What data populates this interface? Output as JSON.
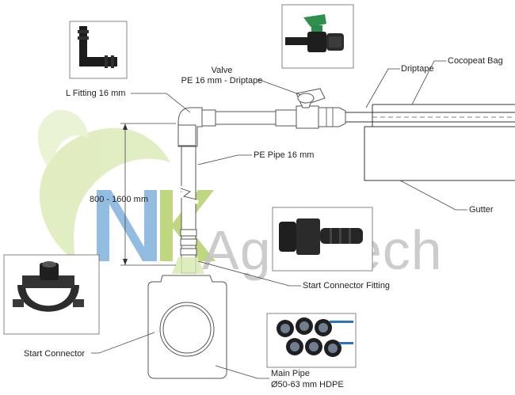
{
  "labels": {
    "valve_line1": "Valve",
    "valve_line2": "PE 16 mm - Driptape",
    "l_fitting": "L Fitting 16 mm",
    "driptape": "Driptape",
    "cocopeat_bag": "Cocopeat Bag",
    "pe_pipe": "PE Pipe 16 mm",
    "height_range": "800 - 1600 mm",
    "gutter": "Gutter",
    "start_connector_fitting": "Start Connector Fitting",
    "start_connector": "Start Connector",
    "main_pipe_line1": "Main Pipe",
    "main_pipe_line2": "Ø50-63 mm HDPE"
  },
  "watermark": {
    "logo_letters": "NK",
    "brand": "AgroTech",
    "colors": {
      "n": "#7fb2dc",
      "k": "#b5cf6b",
      "text": "#b9b9b9",
      "leaf": "#d7e7ad"
    }
  },
  "icons": {
    "l_fitting_photo": "l-fitting-icon",
    "valve_photo": "valve-icon",
    "start_connector_fitting_photo": "connector-fitting-icon",
    "start_connector_photo": "saddle-clamp-icon",
    "main_pipe_photo": "hdpe-pipes-icon"
  }
}
